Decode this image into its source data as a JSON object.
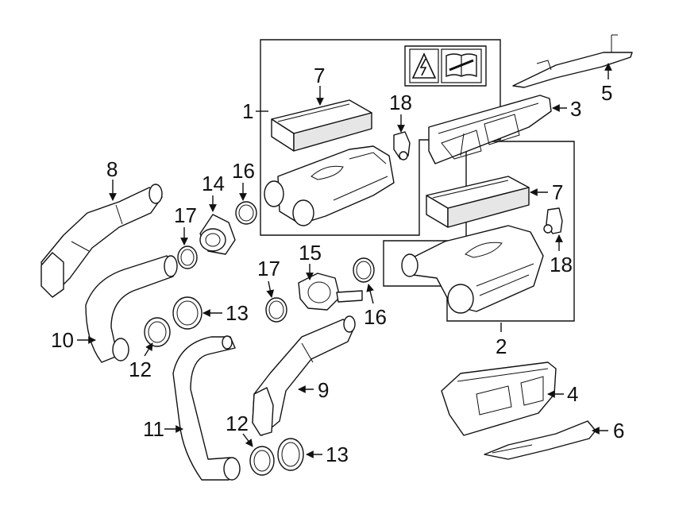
{
  "diagram": {
    "callouts": [
      {
        "id": "c1a",
        "text": "1"
      },
      {
        "id": "c2",
        "text": "2"
      },
      {
        "id": "c3",
        "text": "3"
      },
      {
        "id": "c4",
        "text": "4"
      },
      {
        "id": "c5",
        "text": "5"
      },
      {
        "id": "c6",
        "text": "6"
      },
      {
        "id": "c7a",
        "text": "7"
      },
      {
        "id": "c7b",
        "text": "7"
      },
      {
        "id": "c8",
        "text": "8"
      },
      {
        "id": "c9",
        "text": "9"
      },
      {
        "id": "c10",
        "text": "10"
      },
      {
        "id": "c11",
        "text": "11"
      },
      {
        "id": "c12a",
        "text": "12"
      },
      {
        "id": "c12b",
        "text": "12"
      },
      {
        "id": "c13a",
        "text": "13"
      },
      {
        "id": "c13b",
        "text": "13"
      },
      {
        "id": "c14",
        "text": "14"
      },
      {
        "id": "c15",
        "text": "15"
      },
      {
        "id": "c16a",
        "text": "16"
      },
      {
        "id": "c16b",
        "text": "16"
      },
      {
        "id": "c17a",
        "text": "17"
      },
      {
        "id": "c17b",
        "text": "17"
      },
      {
        "id": "c18a",
        "text": "18"
      },
      {
        "id": "c18b",
        "text": "18"
      }
    ],
    "icons": [
      "electrical-warning-icon",
      "service-manual-icon"
    ]
  }
}
